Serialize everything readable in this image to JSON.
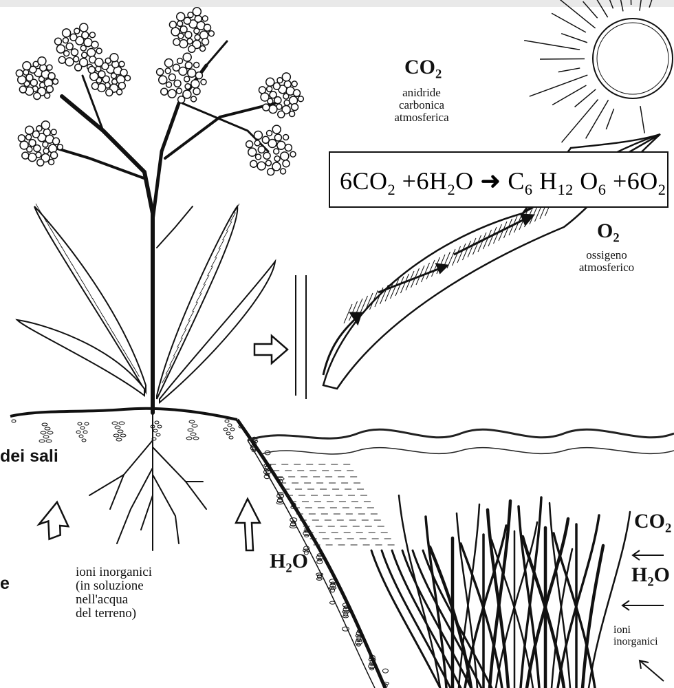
{
  "labels": {
    "co2_top": {
      "formula": "CO",
      "sub": "2",
      "desc": "anidride\ncarbonica\natmosferica"
    },
    "o2": {
      "formula": "O",
      "sub": "2",
      "desc": "ossigeno\natmosferico"
    },
    "h2o_left": {
      "formula_a": "H",
      "sub": "2",
      "formula_b": "O"
    },
    "ioni_left": "ioni inorganici\n(in soluzione\nnell'acqua\ndel terreno)",
    "co2_right": {
      "formula": "CO",
      "sub": "2"
    },
    "h2o_right": {
      "formula_a": "H",
      "sub": "2",
      "formula_b": "O"
    },
    "ioni_right": "ioni\ninorganici",
    "cut_left_1": "dei sali",
    "cut_left_2": "e"
  },
  "equation": {
    "coef1": "6CO",
    "sub1": "2",
    "plus1": " +6H",
    "sub2": "2",
    "o1": "O ",
    "arrow": "➜",
    "c": " C",
    "sub_c": "6",
    "h": " H",
    "sub_h": "12",
    "o": " O",
    "sub_o": "6",
    "plus2": " +6O",
    "sub_o2": "2"
  },
  "colors": {
    "ink": "#111111",
    "paper": "#ffffff",
    "water": "#222222"
  }
}
